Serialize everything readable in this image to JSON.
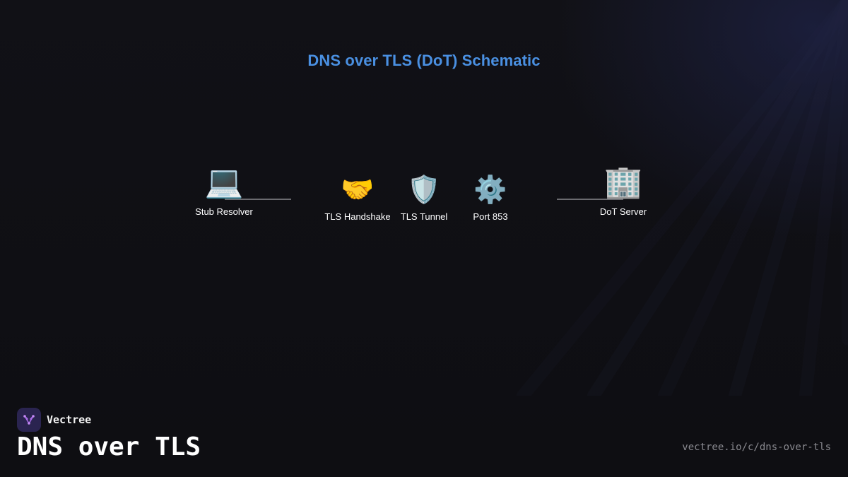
{
  "diagram": {
    "title": "DNS over TLS (DoT) Schematic",
    "nodes": [
      {
        "id": "stub-resolver",
        "label": "Stub Resolver",
        "icon": "laptop-icon",
        "glyph": "💻"
      },
      {
        "id": "tls-handshake",
        "label": "TLS Handshake",
        "icon": "handshake-icon",
        "glyph": "🤝"
      },
      {
        "id": "tls-tunnel",
        "label": "TLS Tunnel",
        "icon": "shield-icon",
        "glyph": "🛡️"
      },
      {
        "id": "port-853",
        "label": "Port 853",
        "icon": "gear-icon",
        "glyph": "⚙️"
      },
      {
        "id": "dot-server",
        "label": "DoT Server",
        "icon": "office-building-icon",
        "glyph": "🏢"
      }
    ],
    "edges": [
      {
        "from": "stub-resolver",
        "to": "tls-handshake"
      },
      {
        "from": "port-853",
        "to": "dot-server"
      }
    ],
    "colors": {
      "title": "#4a90e2",
      "edge": "#6b6b70",
      "background": "#0f0f13"
    }
  },
  "footer": {
    "brand_name": "Vectree",
    "brand_icon": "vectree-logo-icon",
    "topic_title": "DNS over TLS",
    "url": "vectree.io/c/dns-over-tls"
  }
}
